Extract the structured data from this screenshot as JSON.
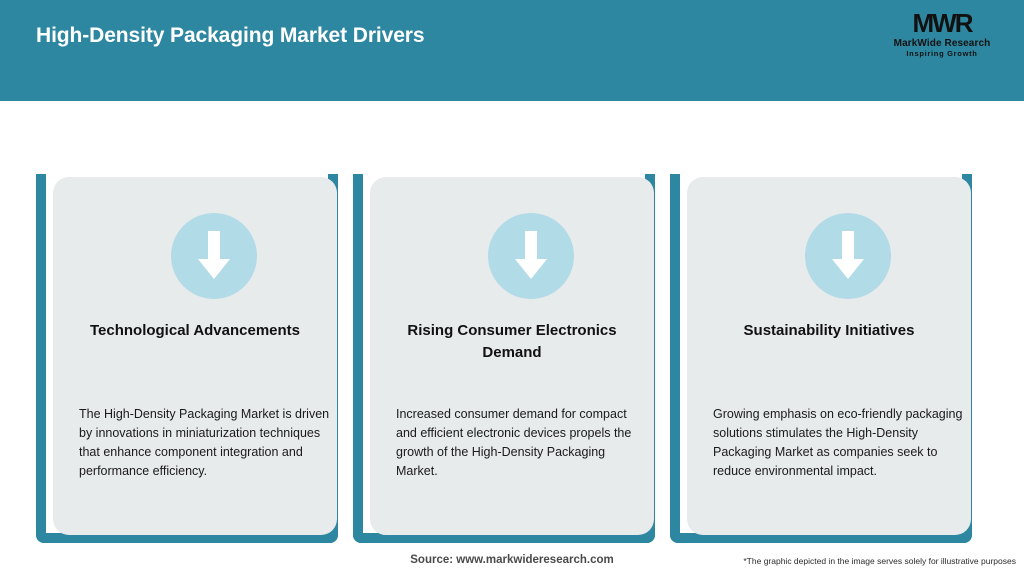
{
  "header": {
    "title": "High-Density Packaging Market Drivers",
    "bg_color": "#2e87a0",
    "title_color": "#ffffff"
  },
  "logo": {
    "mark": "MWR",
    "name": "MarkWide Research",
    "tagline": "Inspiring Growth"
  },
  "cards": [
    {
      "icon": "down-arrow-icon",
      "title": "Technological Advancements",
      "body": "The High-Density Packaging Market is driven by innovations in miniaturization techniques that enhance component integration and performance efficiency."
    },
    {
      "icon": "down-arrow-icon",
      "title": "Rising Consumer Electronics Demand",
      "body": "Increased consumer demand for compact and efficient electronic devices propels the growth of the High-Density Packaging Market."
    },
    {
      "icon": "down-arrow-icon",
      "title": "Sustainability Initiatives",
      "body": "Growing emphasis on eco-friendly packaging solutions stimulates the High-Density Packaging Market as companies seek to reduce environmental impact."
    }
  ],
  "footer": {
    "source": "Source: www.markwideresearch.com",
    "disclaimer": "*The graphic depicted in the image serves solely for illustrative purposes"
  },
  "colors": {
    "accent": "#2e87a0",
    "card_bg": "#e8ebec",
    "circle_bg": "#b2dbe8",
    "arrow": "#ffffff"
  }
}
